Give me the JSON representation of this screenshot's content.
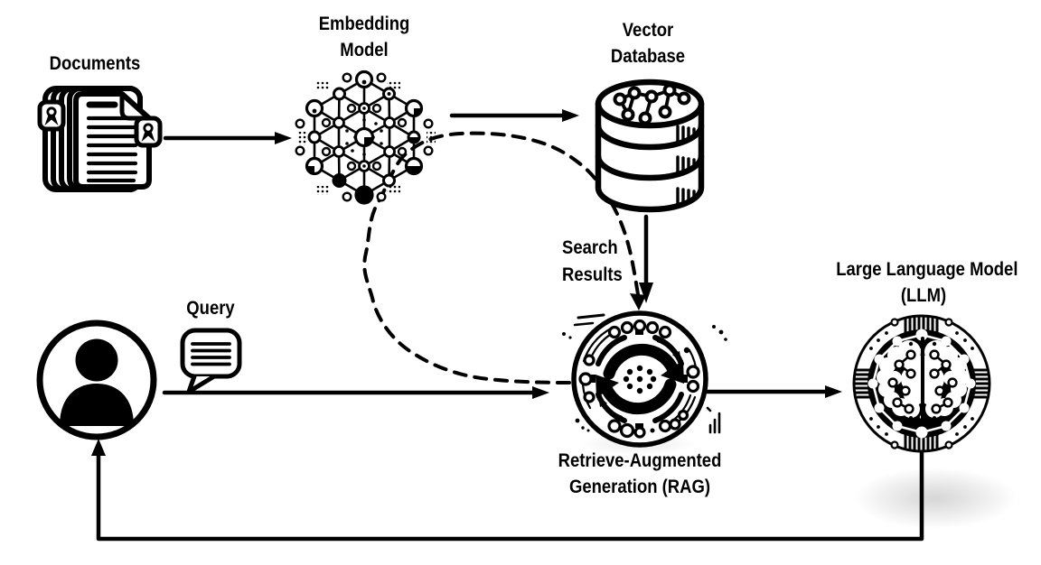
{
  "colors": {
    "ink": "#000000",
    "background": "#ffffff"
  },
  "nodes": {
    "documents": {
      "label": "Documents"
    },
    "embedding_model": {
      "lines": [
        "Embedding",
        "Model"
      ]
    },
    "vector_database": {
      "lines": [
        "Vector",
        "Database"
      ]
    },
    "rag": {
      "lines": [
        "Retrieve-Augmented",
        "Generation (RAG)"
      ]
    },
    "llm": {
      "lines": [
        "Large Language Model",
        "(LLM)"
      ]
    }
  },
  "edge_labels": {
    "query": "Query",
    "search_results": {
      "lines": [
        "Search",
        "Results"
      ]
    }
  }
}
